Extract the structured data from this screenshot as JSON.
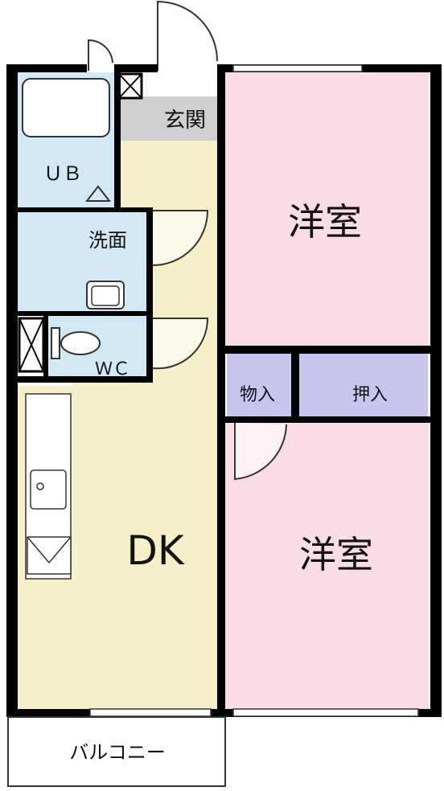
{
  "rooms": {
    "genkan": {
      "label": "玄関"
    },
    "ub": {
      "label": "ＵＢ"
    },
    "senmen": {
      "label": "洗面"
    },
    "wc": {
      "label": "ＷＣ"
    },
    "dk": {
      "label": "DK"
    },
    "youshitsu_top": {
      "label": "洋室"
    },
    "youshitsu_bottom": {
      "label": "洋室"
    },
    "monoire": {
      "label": "物入"
    },
    "oshiire": {
      "label": "押入"
    },
    "balcony": {
      "label": "バルコニー"
    }
  },
  "colors": {
    "dk": "#f6f0c8",
    "youshitsu": "#f9dde6",
    "closet": "#c8c6ef",
    "wet": "#d3e8f5",
    "genkan": "#cfcfcf",
    "wall": "#000000"
  }
}
